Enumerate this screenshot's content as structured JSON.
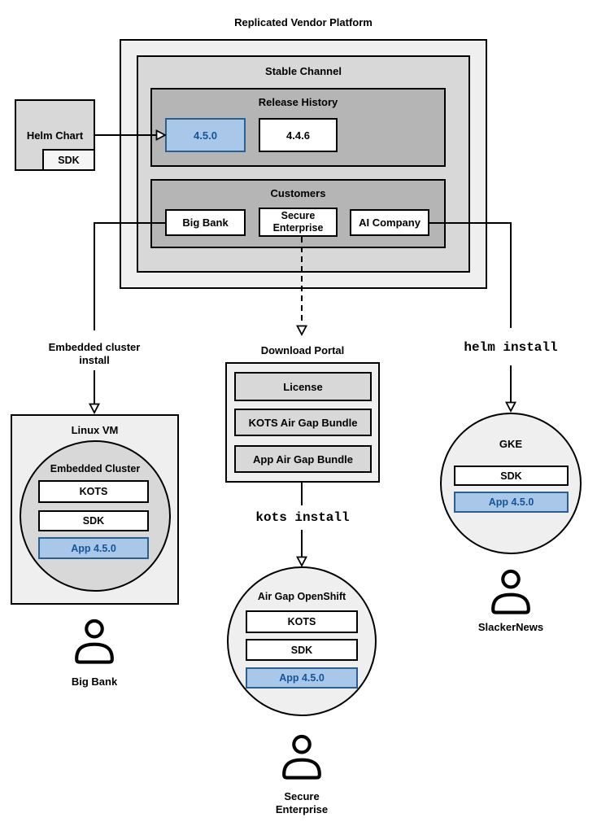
{
  "colors": {
    "light_gray": "#efefef",
    "lighter_gray": "#f5f5f5",
    "mid_gray": "#d8d8d8",
    "dark_gray": "#b5b5b5",
    "blue_fill": "#a9c7e8",
    "blue_border": "#2a5f8f",
    "blue_text": "#15549a",
    "line": "#000000"
  },
  "platform": {
    "title": "Replicated Vendor Platform",
    "channel": {
      "title": "Stable Channel",
      "release_history": {
        "title": "Release History",
        "releases": [
          {
            "version": "4.5.0",
            "highlighted": true
          },
          {
            "version": "4.4.6",
            "highlighted": false
          }
        ]
      },
      "customers": {
        "title": "Customers",
        "items": [
          "Big Bank",
          "Secure Enterprise",
          "AI Company"
        ]
      }
    }
  },
  "helm_chart": {
    "label": "Helm Chart",
    "sdk_label": "SDK"
  },
  "flows": {
    "embedded": {
      "arrow_label_lines": [
        "Embedded cluster",
        "install"
      ],
      "vm": {
        "title": "Linux VM",
        "cluster": {
          "title": "Embedded Cluster",
          "components": [
            "KOTS",
            "SDK"
          ],
          "app": "App 4.5.0"
        }
      },
      "user": "Big Bank"
    },
    "airgap": {
      "portal": {
        "title": "Download Portal",
        "items": [
          "License",
          "KOTS Air Gap Bundle",
          "App Air Gap Bundle"
        ]
      },
      "arrow_label": "kots install",
      "cluster": {
        "title": "Air Gap OpenShift",
        "components": [
          "KOTS",
          "SDK"
        ],
        "app": "App 4.5.0"
      },
      "user": "Secure Enterprise"
    },
    "helm": {
      "arrow_label": "helm install",
      "cluster": {
        "title": "GKE",
        "components": [
          "SDK"
        ],
        "app": "App 4.5.0"
      },
      "user": "SlackerNews"
    }
  }
}
